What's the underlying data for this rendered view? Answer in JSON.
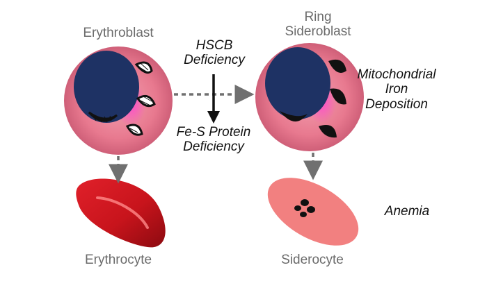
{
  "labels": {
    "erythroblast": "Erythroblast",
    "ring_line1": "Ring",
    "ring_line2": "Sideroblast",
    "hscb_line1": "HSCB",
    "hscb_line2": "Deficiency",
    "fes_line1": "Fe-S Protein",
    "fes_line2": "Deficiency",
    "mito_line1": "Mitochondrial",
    "mito_line2": "Iron",
    "mito_line3": "Deposition",
    "anemia": "Anemia",
    "erythrocyte": "Erythrocyte",
    "siderocyte": "Siderocyte"
  },
  "colors": {
    "cell_pink": "#e8798f",
    "nucleus_navy": "#1e3264",
    "erythrocyte_red": "#c8141c",
    "siderocyte_salmon": "#f28080",
    "iron_black": "#111111",
    "label_gray": "#6b6b6b",
    "arrow_gray": "#707070"
  }
}
